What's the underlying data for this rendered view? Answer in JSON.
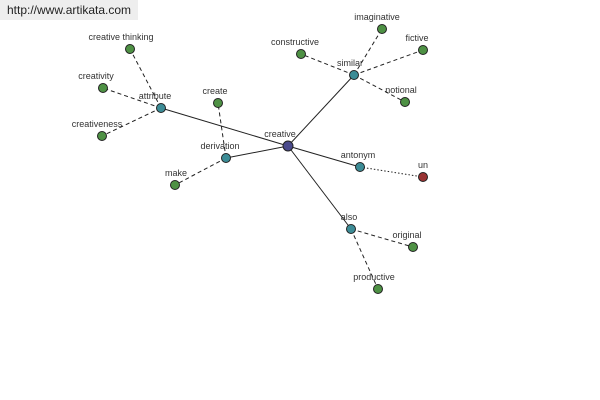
{
  "site_link": "http://www.artikata.com",
  "colors": {
    "center": "#4a4a8c",
    "relation": "#3c8c96",
    "word": "#4e9144",
    "special": "#993333"
  },
  "nodes": [
    {
      "id": "creative",
      "label": "creative",
      "kind": "center"
    },
    {
      "id": "attribute",
      "label": "attribute",
      "kind": "relation"
    },
    {
      "id": "derivation",
      "label": "derivation",
      "kind": "relation"
    },
    {
      "id": "similar",
      "label": "similar",
      "kind": "relation"
    },
    {
      "id": "antonym",
      "label": "antonym",
      "kind": "relation"
    },
    {
      "id": "also",
      "label": "also",
      "kind": "relation"
    },
    {
      "id": "creative-thinking",
      "label": "creative thinking",
      "kind": "word"
    },
    {
      "id": "creativity",
      "label": "creativity",
      "kind": "word"
    },
    {
      "id": "creativeness",
      "label": "creativeness",
      "kind": "word"
    },
    {
      "id": "create",
      "label": "create",
      "kind": "word"
    },
    {
      "id": "make",
      "label": "make",
      "kind": "word"
    },
    {
      "id": "imaginative",
      "label": "imaginative",
      "kind": "word"
    },
    {
      "id": "constructive",
      "label": "constructive",
      "kind": "word"
    },
    {
      "id": "fictive",
      "label": "fictive",
      "kind": "word"
    },
    {
      "id": "notional",
      "label": "notional",
      "kind": "word"
    },
    {
      "id": "un",
      "label": "un",
      "kind": "special"
    },
    {
      "id": "original",
      "label": "original",
      "kind": "word"
    },
    {
      "id": "productive",
      "label": "productive",
      "kind": "word"
    }
  ],
  "edges": [
    {
      "from": "creative",
      "to": "attribute",
      "style": "solid"
    },
    {
      "from": "creative",
      "to": "derivation",
      "style": "solid"
    },
    {
      "from": "creative",
      "to": "similar",
      "style": "solid"
    },
    {
      "from": "creative",
      "to": "antonym",
      "style": "solid"
    },
    {
      "from": "creative",
      "to": "also",
      "style": "solid"
    },
    {
      "from": "attribute",
      "to": "creative-thinking",
      "style": "dashed"
    },
    {
      "from": "attribute",
      "to": "creativity",
      "style": "dashed"
    },
    {
      "from": "attribute",
      "to": "creativeness",
      "style": "dashed"
    },
    {
      "from": "derivation",
      "to": "create",
      "style": "dashed"
    },
    {
      "from": "derivation",
      "to": "make",
      "style": "dashed"
    },
    {
      "from": "similar",
      "to": "imaginative",
      "style": "dashed"
    },
    {
      "from": "similar",
      "to": "constructive",
      "style": "dashed"
    },
    {
      "from": "similar",
      "to": "fictive",
      "style": "dashed"
    },
    {
      "from": "similar",
      "to": "notional",
      "style": "dashed"
    },
    {
      "from": "antonym",
      "to": "un",
      "style": "dotted"
    },
    {
      "from": "also",
      "to": "original",
      "style": "dashed"
    },
    {
      "from": "also",
      "to": "productive",
      "style": "dashed"
    }
  ]
}
